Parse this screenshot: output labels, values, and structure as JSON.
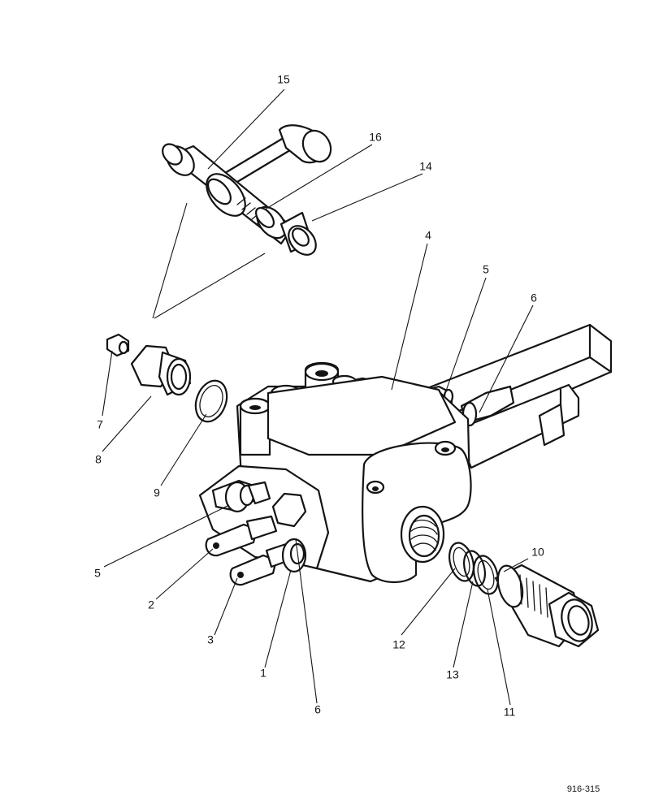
{
  "drawing": {
    "reference": "916-315",
    "callouts": [
      {
        "id": "c15",
        "label": "15"
      },
      {
        "id": "c16",
        "label": "16"
      },
      {
        "id": "c14",
        "label": "14"
      },
      {
        "id": "c4",
        "label": "4"
      },
      {
        "id": "c5top",
        "label": "5"
      },
      {
        "id": "c6top",
        "label": "6"
      },
      {
        "id": "c7",
        "label": "7"
      },
      {
        "id": "c8",
        "label": "8"
      },
      {
        "id": "c9",
        "label": "9"
      },
      {
        "id": "c10",
        "label": "10"
      },
      {
        "id": "c5low",
        "label": "5"
      },
      {
        "id": "c2",
        "label": "2"
      },
      {
        "id": "c3",
        "label": "3"
      },
      {
        "id": "c1",
        "label": "1"
      },
      {
        "id": "c6low",
        "label": "6"
      },
      {
        "id": "c12",
        "label": "12"
      },
      {
        "id": "c13",
        "label": "13"
      },
      {
        "id": "c11",
        "label": "11"
      }
    ]
  }
}
